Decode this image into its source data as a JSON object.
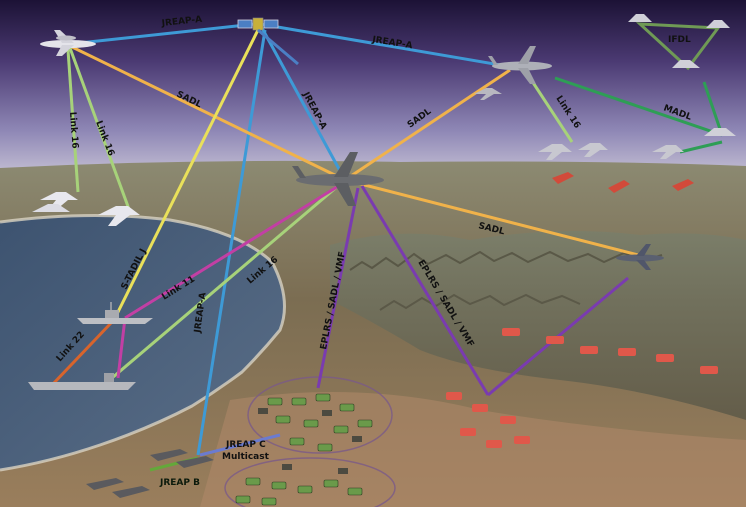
{
  "colors": {
    "jreap": "#3e9ad6",
    "sadl": "#f0b24a",
    "link16": "#a7d27a",
    "ifdl": "#6f9a55",
    "madl": "#2e9e55",
    "sadil": "#e9e05a",
    "link11": "#c23fa4",
    "link22": "#d8642c",
    "eplrs": "#7a3bb0",
    "jreap_c": "#6b7bd0"
  },
  "links": {
    "jreap_a_top_left": "JREAP-A",
    "jreap_a_top_right": "JREAP-A",
    "jreap_a_vertical": "JREAP-A",
    "jreap_a_low": "JREAP-A",
    "sadl_left": "SADL",
    "sadl_right": "SADL",
    "sadl_low": "SADL",
    "link16_a": "Link 16",
    "link16_b": "Link 16",
    "link16_right": "Link 16",
    "link16_ship": "Link 16",
    "ifdl": "IFDL",
    "madl": "MADL",
    "sadil_j": "S-TADIL J",
    "link11": "Link 11",
    "link22": "Link 22",
    "eplrs_left": "EPLRS / SADL / VMF",
    "eplrs_right": "EPLRS / SADL / VMF",
    "jreap_c": "JREAP C",
    "multicast": "Multicast",
    "jreap_b": "JREAP B"
  },
  "icons": {
    "satellite": "satellite-icon",
    "command_aircraft": "awacs-aircraft-icon",
    "c130": "transport-aircraft-icon",
    "jstars": "surveillance-aircraft-icon",
    "fighter": "fighter-jet-icon",
    "stealth": "stealth-fighter-icon",
    "ship": "warship-icon",
    "carrier": "aircraft-carrier-icon",
    "tank_friendly": "friendly-tank-icon",
    "tank_enemy": "enemy-tank-icon",
    "sam": "sam-launcher-icon"
  }
}
